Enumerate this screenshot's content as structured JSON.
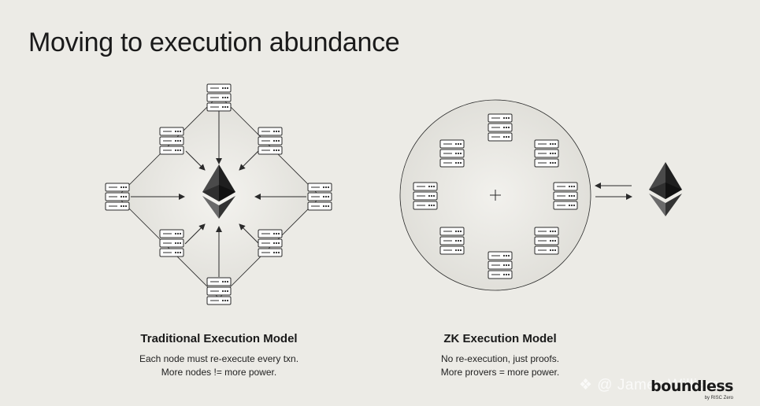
{
  "slide": {
    "title": "Moving to execution abundance"
  },
  "left_diagram": {
    "title": "Traditional Execution Model",
    "line1": "Each node must re-execute every txn.",
    "line2": "More nodes != more power.",
    "node_count": 8
  },
  "right_diagram": {
    "title": "ZK Execution Model",
    "line1": "No re-execution, just proofs.",
    "line2": "More provers = more power.",
    "prover_count": 8
  },
  "branding": {
    "name": "boundless",
    "tagline": "by RISC Zero"
  },
  "watermark": {
    "text": "❖ @ James William"
  },
  "colors": {
    "background": "#ecebe6",
    "text": "#1a1a1a",
    "stroke": "#2a2a2a"
  }
}
